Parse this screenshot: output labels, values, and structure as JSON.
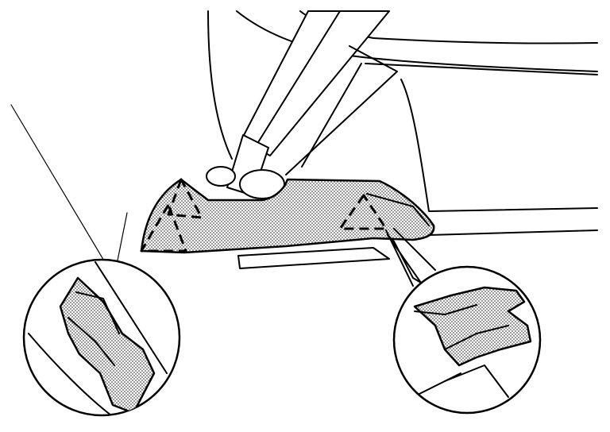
{
  "diagram": {
    "shading_pattern": "dot-stipple",
    "colors": {
      "line": "#000000",
      "background": "#ffffff",
      "shade": "#808080"
    },
    "marked_clip_locations": 3,
    "detail_callouts": 2
  }
}
